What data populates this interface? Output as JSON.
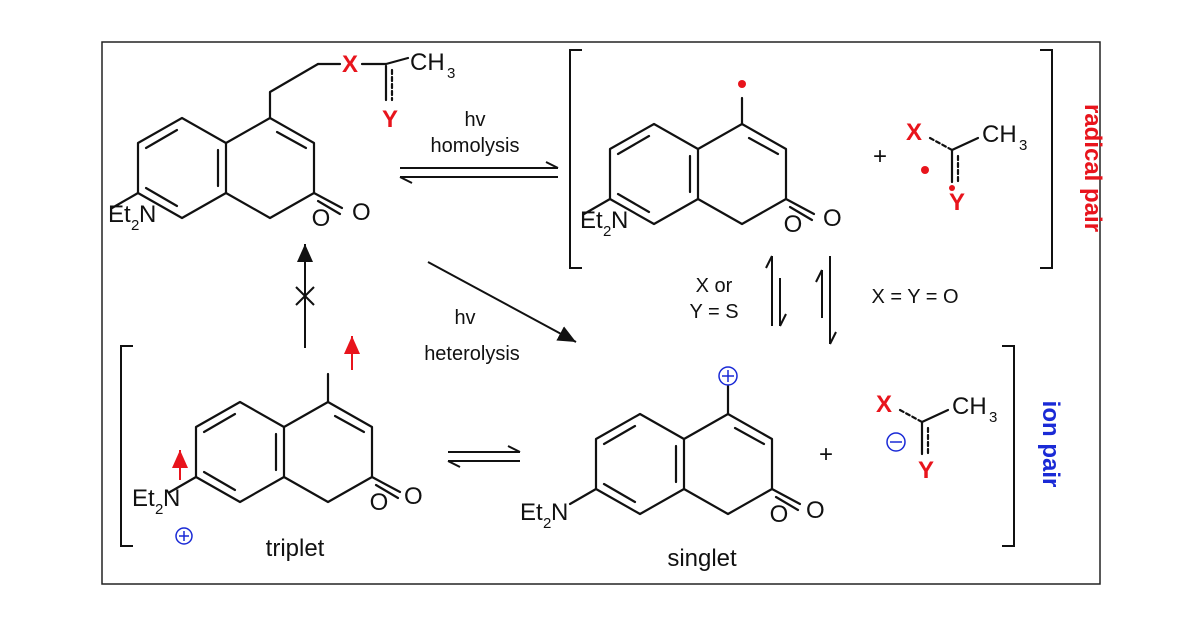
{
  "atoms": {
    "x": "X",
    "y": "Y",
    "o": "O",
    "et": "Et",
    "et_sub": "2",
    "n": "N",
    "ch3_ch": "CH",
    "ch3_sub": "3"
  },
  "labels": {
    "hv": "hv",
    "homolysis": "homolysis",
    "heterolysis": "heterolysis",
    "plus": "+",
    "x_or": "X or",
    "y_eq_s": "Y = S",
    "x_eq_y_eq_o": "X = Y = O",
    "triplet": "triplet",
    "singlet": "singlet",
    "radical_pair": "radical pair",
    "ion_pair": "ion pair"
  },
  "colors": {
    "heteroatom": "#e8141c",
    "radical_label": "#e8141c",
    "ion_label": "#1a2ad6",
    "charge": "#1a2ad6",
    "frame": "#222222"
  },
  "icons": {
    "radical": "red-dot",
    "spin": "red-up-arrow",
    "positive_charge": "circled-plus",
    "negative_charge": "circled-minus",
    "forbidden": "cross-mark"
  }
}
